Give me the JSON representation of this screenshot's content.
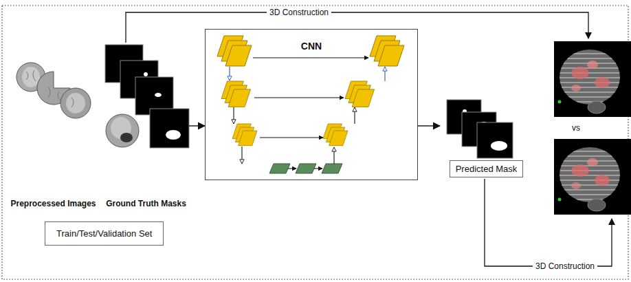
{
  "diagram": {
    "nodes": [
      {
        "text": [
          "Preprocessed Images"
        ]
      },
      {
        "text": [
          "Ground Truth Masks"
        ]
      },
      {
        "text": [
          "CNN"
        ]
      },
      {
        "text": [
          "Predicted Mask"
        ]
      },
      {
        "text": [
          "Train/Test/Validation Set"
        ]
      }
    ],
    "edges": [
      {
        "from": 1,
        "to": 2,
        "arrow": "to"
      },
      {
        "from": 2,
        "to": 3,
        "arrow": "to"
      }
    ],
    "labels": [
      "3D Construction",
      "vs",
      "3D Construction"
    ]
  }
}
